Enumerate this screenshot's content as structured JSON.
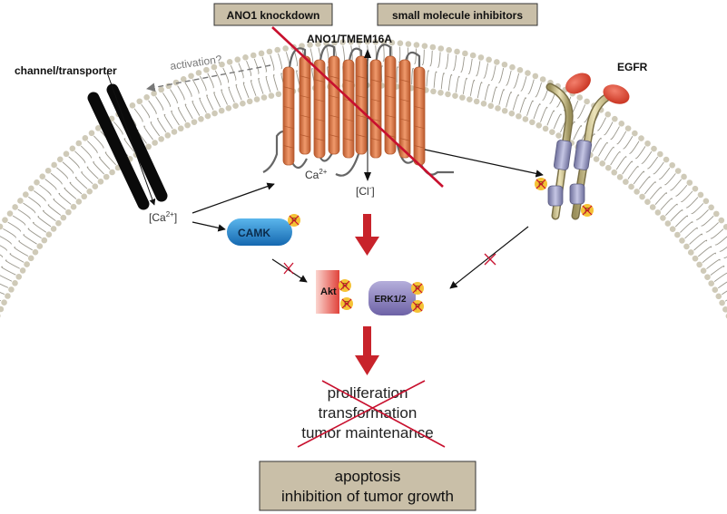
{
  "colors": {
    "membrane_head": "#cfcab8",
    "membrane_tail": "#9a978c",
    "ano1": "#e07b4c",
    "ano1_dark": "#b45a2f",
    "cross": "#c8102e",
    "arrow_red": "#c8232b",
    "box_fill": "#c9bfa8",
    "camk": "#1f7fc8",
    "erk": "#8679b8",
    "akt": "#e25a50",
    "phospho": "#f5c236",
    "egfr_stalk": "#c9bd86",
    "egfr_head": "#e04a3a",
    "egfr_tm": "#8d8fb5"
  },
  "labels": {
    "ano1_knockdown": "ANO1 knockdown",
    "small_molecule": "small molecule inhibitors",
    "ano1_tmem16a": "ANO1/TMEM16A",
    "channel_transporter": "channel/transporter",
    "activation": "activation?",
    "egfr": "EGFR",
    "ca_inner": "Ca",
    "ca_inner_sup": "2+",
    "cl_bracket_open": "[Cl",
    "cl_sup": "-",
    "cl_bracket_close": "]",
    "ca_bracket_open": "[Ca",
    "ca_sup": "2+",
    "ca_bracket_close": "]",
    "camk": "CAMK",
    "akt": "Akt",
    "erk": "ERK1/2",
    "phospho_mark": "P",
    "outcome_1": "proliferation",
    "outcome_2": "transformation",
    "outcome_3": "tumor maintenance",
    "result_1": "apoptosis",
    "result_2": "inhibition of tumor growth"
  }
}
